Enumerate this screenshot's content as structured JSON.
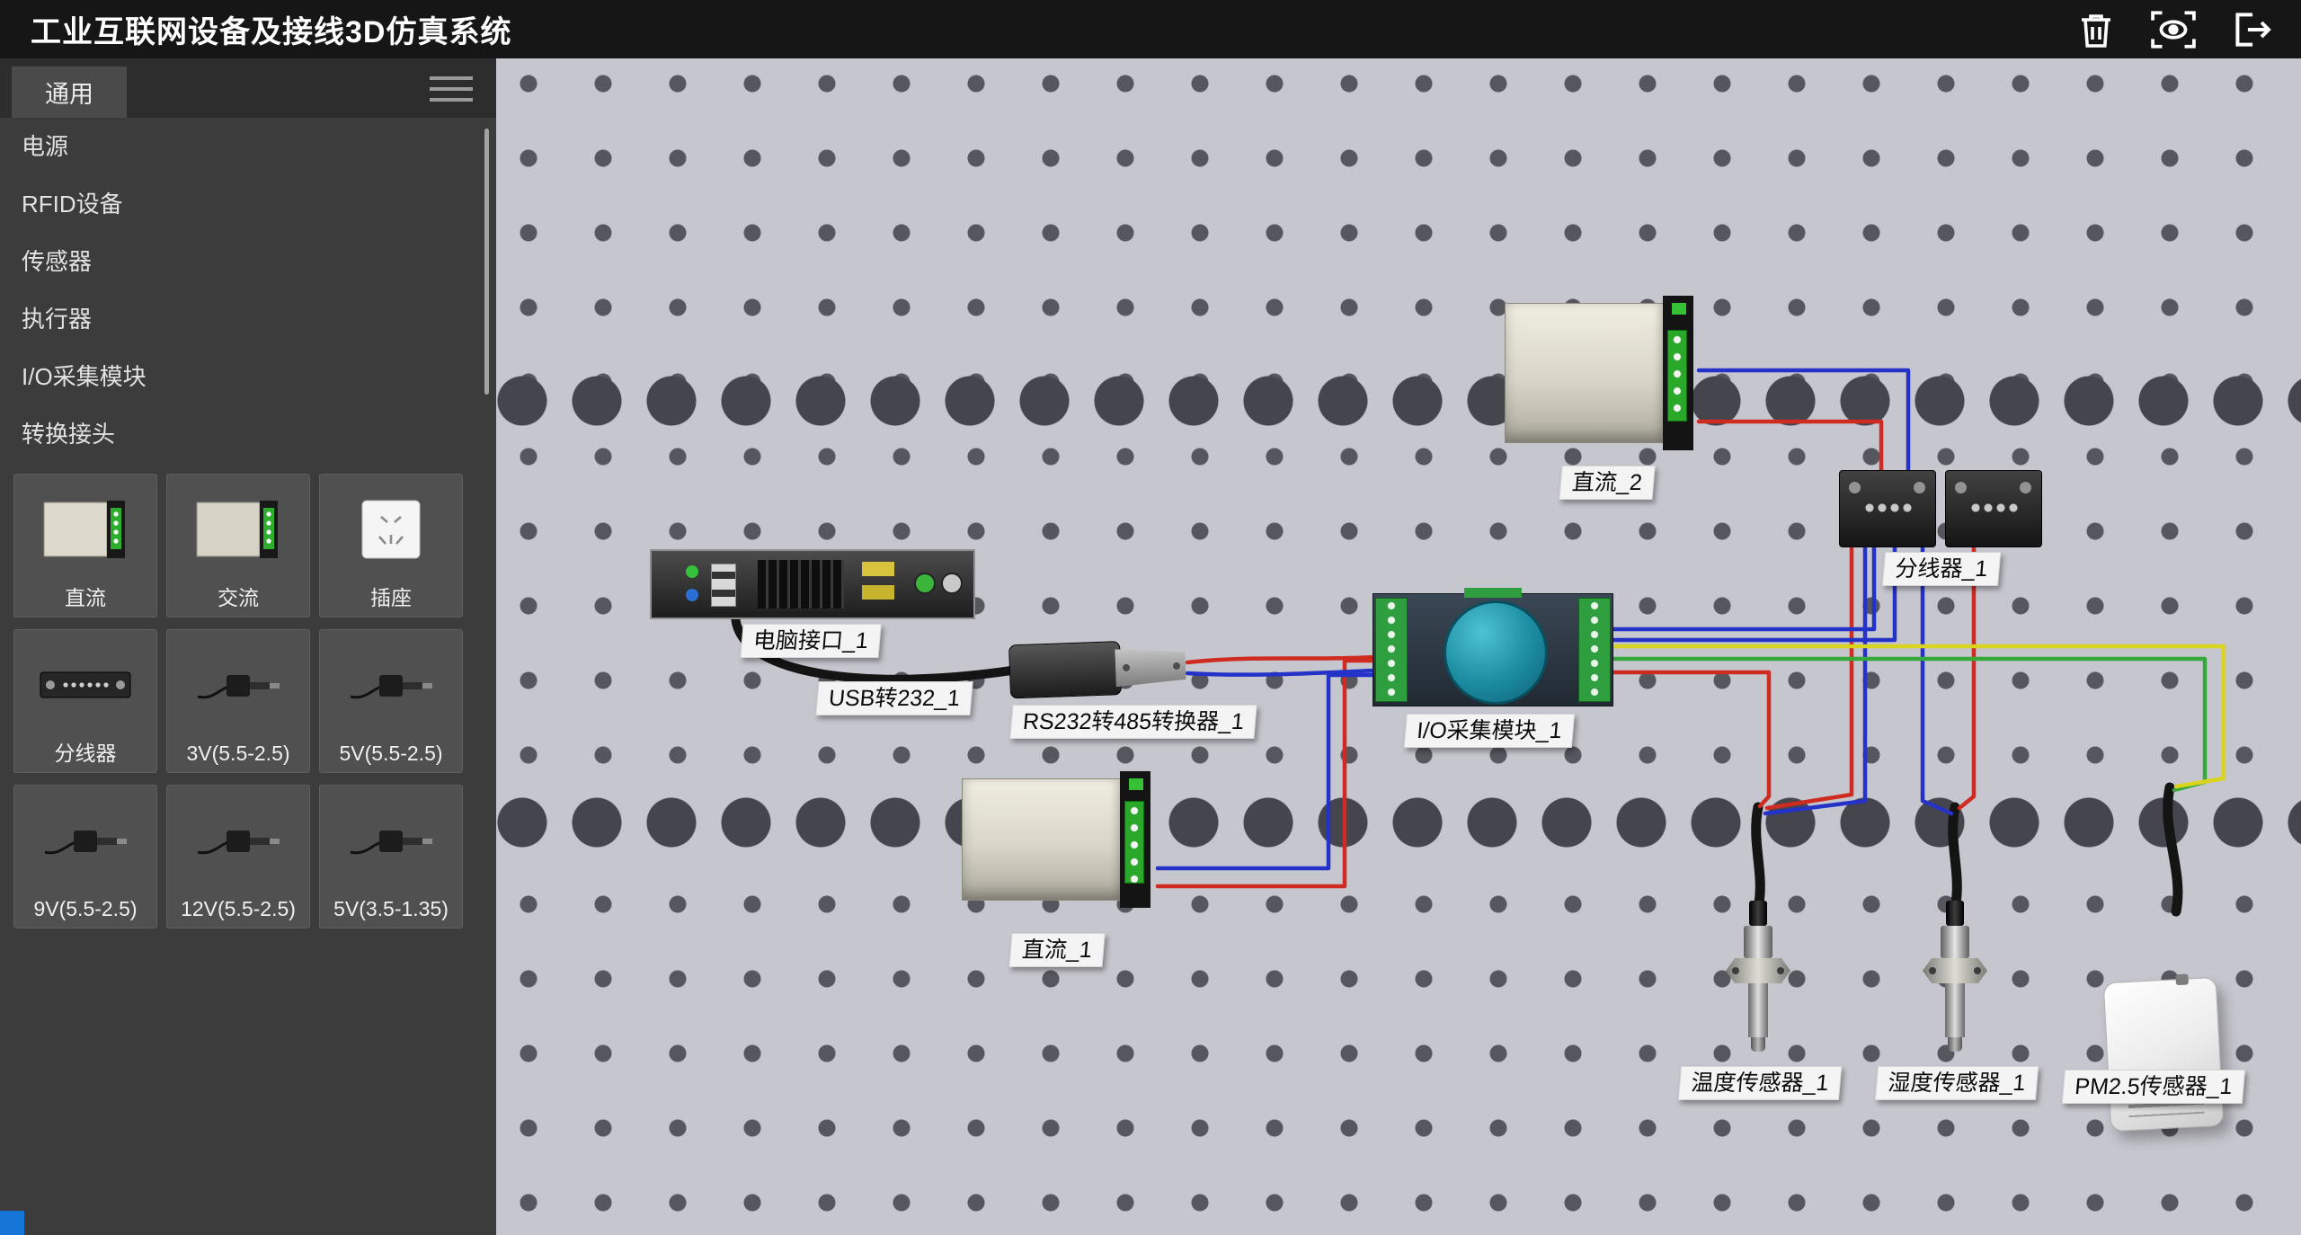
{
  "header": {
    "title": "工业互联网设备及接线3D仿真系统",
    "icons": [
      "trash-icon",
      "eye-preview-icon",
      "export-exit-icon"
    ]
  },
  "sidebar": {
    "tab_label": "通用",
    "categories": [
      "电源",
      "RFID设备",
      "传感器",
      "执行器",
      "I/O采集模块",
      "转换接头"
    ],
    "tiles": [
      "直流",
      "交流",
      "插座",
      "分线器",
      "3V(5.5-2.5)",
      "5V(5.5-2.5)",
      "9V(5.5-2.5)",
      "12V(5.5-2.5)",
      "5V(3.5-1.35)"
    ]
  },
  "canvas": {
    "device_labels": {
      "dc2": "直流_2",
      "splitter1": "分线器_1",
      "pc1": "电脑接口_1",
      "usb232_1": "USB转232_1",
      "rs232to485_1": "RS232转485转换器_1",
      "io_module_1": "I/O采集模块_1",
      "dc1": "直流_1",
      "temp_sensor_1": "温度传感器_1",
      "humidity_sensor_1": "湿度传感器_1",
      "pm25_sensor_1": "PM2.5传感器_1"
    },
    "wire_colors": {
      "red": "#cf2b20",
      "blue": "#2432c8",
      "green": "#37a93c",
      "yellow": "#d9d41f",
      "black": "#141414"
    }
  }
}
